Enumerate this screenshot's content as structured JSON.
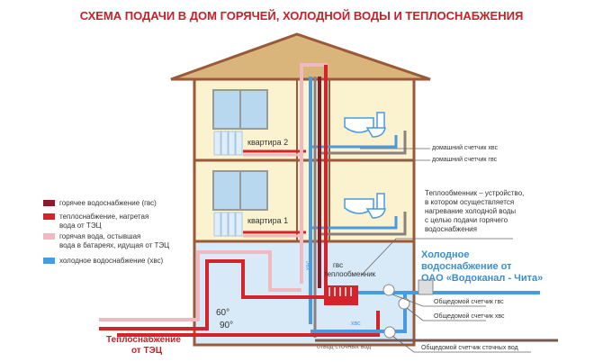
{
  "title": "СХЕМА ПОДАЧИ В ДОМ ГОРЯЧЕЙ, ХОЛОДНОЙ ВОДЫ И ТЕПЛОСНАБЖЕНИЯ",
  "legend": [
    {
      "color": "#8b1a2b",
      "line1": "горячее водоснабжение (гвс)",
      "line2": ""
    },
    {
      "color": "#d4232b",
      "line1": "теплоснабжение, нагретая",
      "line2": "вода от ТЭЦ"
    },
    {
      "color": "#f0b8c0",
      "line1": "горячая вода, остывшая",
      "line2": "вода в батареях, идущая от ТЭЦ"
    },
    {
      "color": "#4a9ae0",
      "line1": "холодное водоснабжение (хвс)",
      "line2": ""
    }
  ],
  "apartments": {
    "apt2": "квартира 2",
    "apt1": "квартира 1"
  },
  "labels": {
    "home_meter_cold": "домашний счетчик хвс",
    "home_meter_hot": "домашний счетчик гвс",
    "exchanger_desc": [
      "Теплообменник – устройство,",
      "в котором осуществляется",
      "нагревание холодной воды",
      "с целью подачи горячего",
      "водоснабжения"
    ],
    "cold_supply": [
      "Холодное",
      "водоснабжение от",
      "ОАО «Водоканал - Чита»"
    ],
    "building_meter_hot": "Общедомой счетчик гвс",
    "building_meter_cold": "Общедомой счетчик хвс",
    "building_meter_sewage": "Общедомой счетчик сточных вод",
    "gvs": "гвс",
    "exchanger": "теплообменник",
    "hvs_vertical": "хвс",
    "hvs": "хвс",
    "sewage": "отвод сточных вод",
    "temp_60": "60°",
    "temp_90": "90°",
    "heat_supply": [
      "Теплоснабжение",
      "от ТЭЦ"
    ]
  },
  "colors": {
    "hot": "#8b1a2b",
    "heat": "#d4232b",
    "return": "#f0b8c0",
    "cold": "#4a9ae0",
    "title": "#c8202a"
  }
}
